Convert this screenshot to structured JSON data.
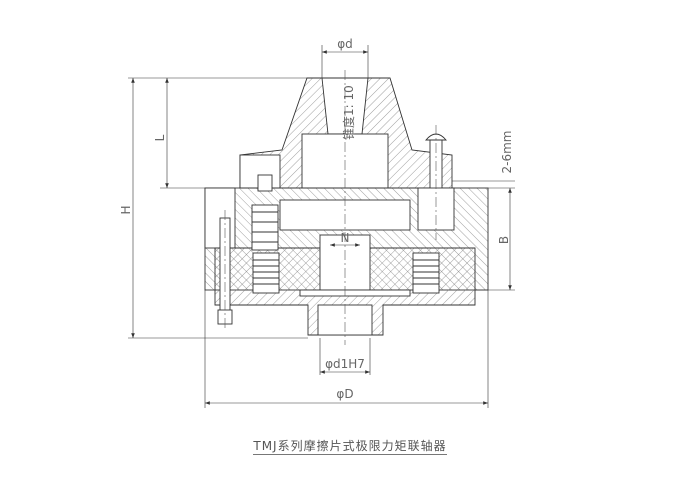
{
  "title": "TMJ系列摩擦片式极限力矩联轴器",
  "dimensions": {
    "bore_d": "φd",
    "taper": "锥度1: 10",
    "length_L": "L",
    "height_H": "H",
    "gap": "2-6mm",
    "width_B": "B",
    "key_N": "N",
    "bore_d1": "φd1H7",
    "outer_D": "φD"
  }
}
